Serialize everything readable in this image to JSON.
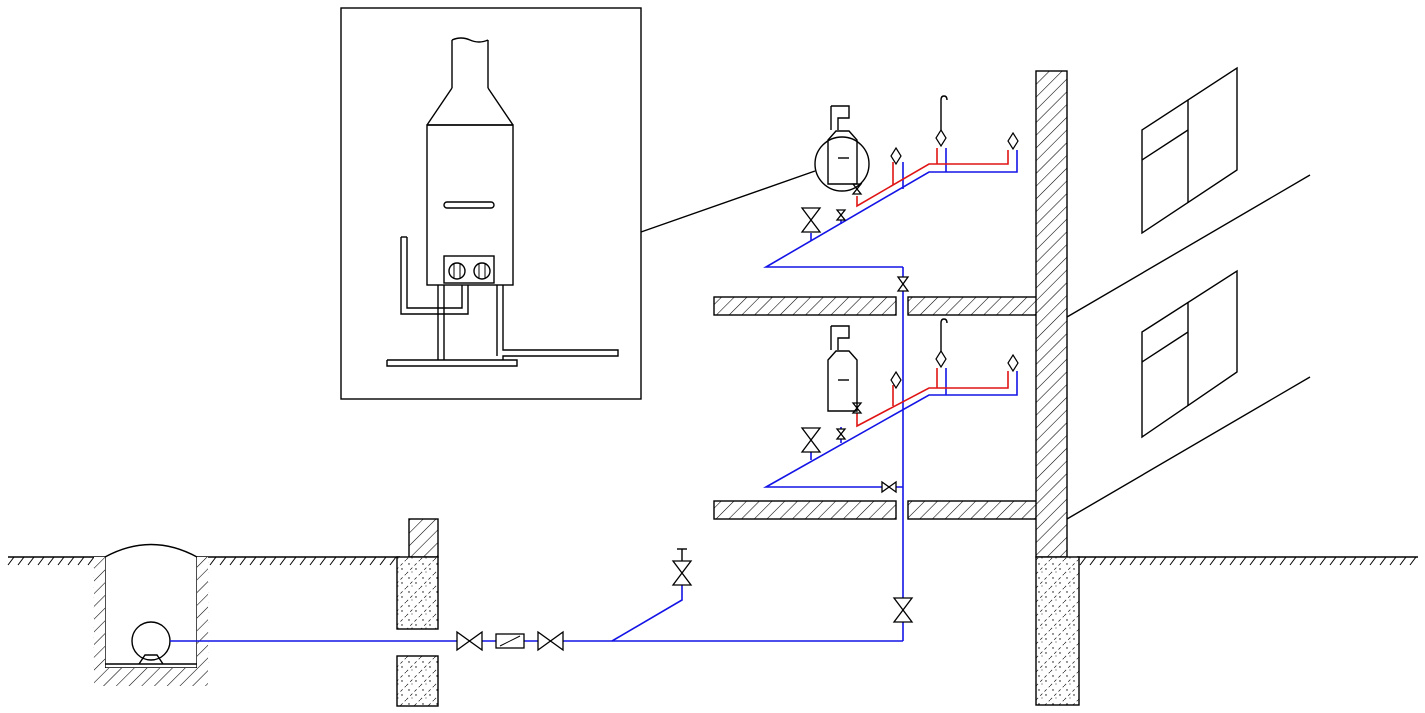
{
  "diagram": {
    "type": "building water supply schematic",
    "colors": {
      "cold_water": "#1414e6",
      "hot_water": "#e01414",
      "outline": "#000000"
    },
    "components": [
      "water-meter-well",
      "main-supply-line",
      "gate-valve",
      "water-meter",
      "riser",
      "floor-slab",
      "wall",
      "gas-water-heater",
      "detail-callout",
      "faucet",
      "shower-head",
      "window"
    ],
    "floors": 2
  }
}
